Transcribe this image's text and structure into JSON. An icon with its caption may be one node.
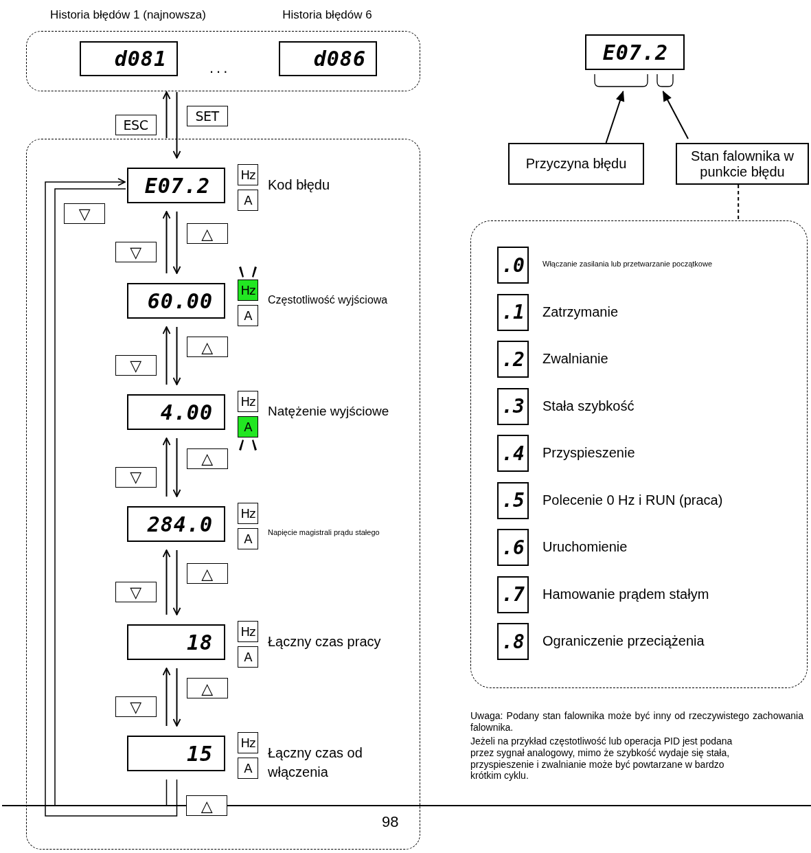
{
  "diagram": {
    "nodes": [
      {
        "text": [],
        "shape": "box"
      },
      {
        "text": [
          "d081"
        ],
        "in": 0,
        "beside": [
          "Historia błędów 1 (najnowsza)"
        ]
      },
      {
        "text": [
          "d086"
        ],
        "in": 0,
        "beside": [
          "Historia błędów 6"
        ]
      },
      {
        "text": [],
        "shape": "box"
      },
      {
        "text": [
          "E07.2"
        ],
        "in": 3,
        "beside": [
          "Kod błędu"
        ]
      },
      {
        "text": [
          "60.00"
        ],
        "in": 3,
        "beside": [
          "Częstotliwość wyjściowa"
        ]
      },
      {
        "text": [
          "4.00"
        ],
        "in": 3,
        "beside": [
          "Natężenie wyjściowe"
        ]
      },
      {
        "text": [
          "284.0"
        ],
        "in": 3
      },
      {
        "text": [
          "18"
        ],
        "in": 3,
        "beside": [
          "Łączny czas pracy"
        ]
      },
      {
        "text": [
          "15"
        ],
        "in": 3,
        "beside": [
          "Łączny czas od włączenia"
        ]
      },
      {
        "text": [
          "E07.2"
        ]
      },
      {
        "text": [],
        "shape": "bracket"
      },
      {
        "text": [],
        "shape": "bracket"
      },
      {
        "text": [
          "Przyczyna błędu"
        ]
      },
      {
        "text": [
          "Stan falownika w punkcie błędu"
        ]
      },
      {
        "text": [],
        "shape": "box"
      },
      {
        "text": [
          ".0"
        ],
        "in": 15,
        "beside": [
          "Włączanie zasilania lub przetwarzanie początkowe"
        ]
      },
      {
        "text": [
          ".1"
        ],
        "in": 15,
        "beside": [
          "Zatrzymanie"
        ]
      },
      {
        "text": [
          ".2"
        ],
        "in": 15,
        "beside": [
          "Zwalnianie"
        ]
      },
      {
        "text": [
          ".3"
        ],
        "in": 15,
        "beside": [
          "Stała szybkość"
        ]
      },
      {
        "text": [
          ".4"
        ],
        "in": 15,
        "beside": [
          "Przyspieszenie"
        ]
      },
      {
        "text": [
          ".5"
        ],
        "in": 15,
        "beside": [
          "Polecenie 0 Hz i RUN (praca)"
        ]
      },
      {
        "text": [
          ".6"
        ],
        "in": 15,
        "beside": [
          "Uruchomienie"
        ]
      },
      {
        "text": [
          ".7"
        ],
        "in": 15,
        "beside": [
          "Hamowanie prądem stałym"
        ]
      },
      {
        "text": [
          ".8"
        ],
        "in": 15,
        "beside": [
          "Ograniczenie przeciążenia"
        ]
      }
    ],
    "edges": [
      {
        "from": 3,
        "to": 0,
        "arrow": "to",
        "label": "ESC"
      },
      {
        "from": 0,
        "to": 4,
        "arrow": "to",
        "label": "SET"
      },
      {
        "from": 5,
        "to": 4,
        "arrow": "to",
        "label": "▽"
      },
      {
        "from": 4,
        "to": 5,
        "arrow": "to",
        "label": "△"
      },
      {
        "from": 6,
        "to": 5,
        "arrow": "to",
        "label": "▽"
      },
      {
        "from": 5,
        "to": 6,
        "arrow": "to",
        "label": "△"
      },
      {
        "from": 7,
        "to": 6,
        "arrow": "to",
        "label": "▽"
      },
      {
        "from": 6,
        "to": 7,
        "arrow": "to",
        "label": "△"
      },
      {
        "from": 8,
        "to": 7,
        "arrow": "to",
        "label": "▽"
      },
      {
        "from": 7,
        "to": 8,
        "arrow": "to",
        "label": "△"
      },
      {
        "from": 9,
        "to": 8,
        "arrow": "to",
        "label": "▽"
      },
      {
        "from": 8,
        "to": 9,
        "arrow": "to",
        "label": "△"
      },
      {
        "from": 9,
        "to": 4,
        "arrow": "to",
        "label": "△"
      },
      {
        "from": 4,
        "to": 9,
        "arrow": "none",
        "label": "▽"
      },
      {
        "from": 13,
        "to": 11,
        "arrow": "to"
      },
      {
        "from": 14,
        "to": 12,
        "arrow": "to"
      },
      {
        "from": 14,
        "to": 15,
        "arrow": "none",
        "style": "dashed"
      }
    ],
    "labels": [
      "...",
      "Hz",
      "A",
      "Hz",
      "A",
      "Hz",
      "A",
      "Hz",
      "A",
      "Napięcie magistrali prądu stałego",
      "Hz",
      "A",
      "Hz",
      "A",
      "98",
      "Uwaga: Podany stan falownika może być inny od rzeczywistego zachowania falownika.",
      "Jeżeli na przykład częstotliwość lub operacja PID jest podana przez sygnał analogowy, mimo że szybkość wydaje się stała, przyspieszenie i zwalnianie może być powtarzane w bardzo krótkim cyklu."
    ]
  }
}
